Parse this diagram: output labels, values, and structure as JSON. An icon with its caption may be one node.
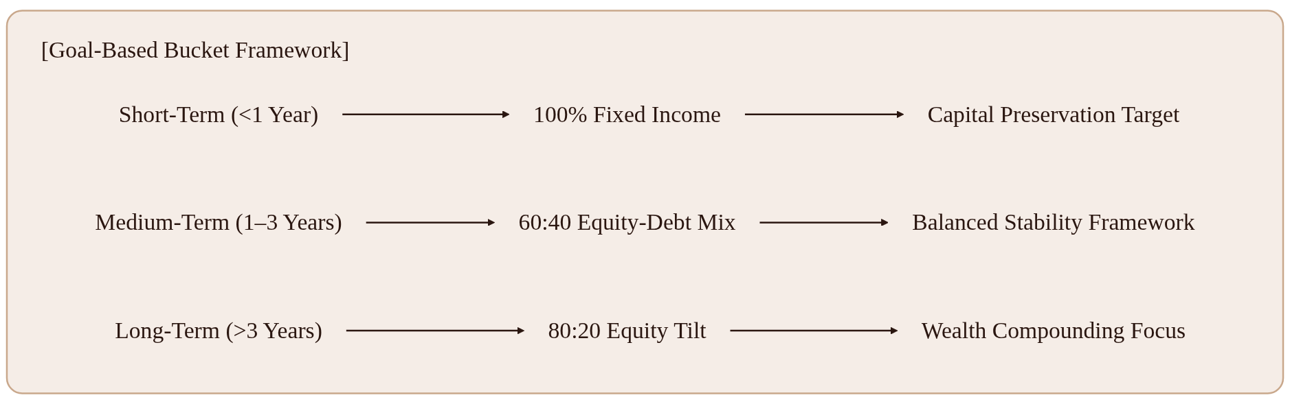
{
  "diagram": {
    "nodes": [
      {
        "text": [
          "[Goal-Based Bucket Framework]"
        ]
      },
      {
        "text": [
          "Short-Term (<1 Year)"
        ],
        "in": 0
      },
      {
        "text": [
          "100% Fixed Income"
        ],
        "in": 0
      },
      {
        "text": [
          "Capital Preservation Target"
        ],
        "in": 0
      },
      {
        "text": [
          "Medium-Term (1–3 Years)"
        ],
        "in": 0
      },
      {
        "text": [
          "60:40 Equity-Debt Mix"
        ],
        "in": 0
      },
      {
        "text": [
          "Balanced Stability Framework"
        ],
        "in": 0
      },
      {
        "text": [
          "Long-Term (>3 Years)"
        ],
        "in": 0
      },
      {
        "text": [
          "80:20 Equity Tilt"
        ],
        "in": 0
      },
      {
        "text": [
          "Wealth Compounding Focus"
        ],
        "in": 0
      }
    ],
    "edges": [
      {
        "from": 1,
        "to": 2,
        "arrow": "to"
      },
      {
        "from": 2,
        "to": 3,
        "arrow": "to"
      },
      {
        "from": 4,
        "to": 5,
        "arrow": "to"
      },
      {
        "from": 5,
        "to": 6,
        "arrow": "to"
      },
      {
        "from": 7,
        "to": 8,
        "arrow": "to"
      },
      {
        "from": 8,
        "to": 9,
        "arrow": "to"
      }
    ]
  }
}
